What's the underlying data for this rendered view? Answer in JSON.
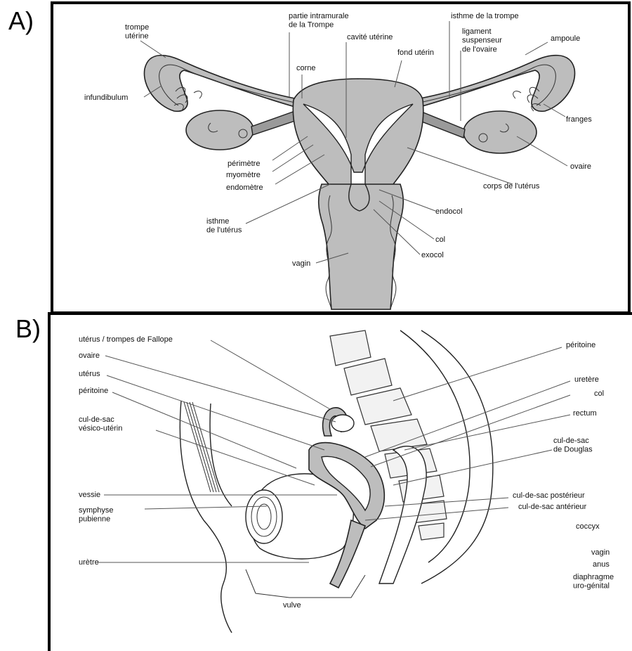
{
  "panels": {
    "a_letter": "A)",
    "b_letter": "B)"
  },
  "panel_a": {
    "labels": {
      "trompe_uterine": "trompe\nutérine",
      "partie_intramurale": "partie intramurale\nde la Trompe",
      "cavite_uterine": "cavité utérine",
      "corne": "corne",
      "fond_uterin": "fond utérin",
      "isthme_trompe": "isthme de la trompe",
      "ligament_suspenseur": "ligament\nsuspenseur\nde l'ovaire",
      "ampoule": "ampoule",
      "infundibulum": "infundibulum",
      "franges": "franges",
      "perimetre": "périmètre",
      "myometre": "myomètre",
      "endometre": "endomètre",
      "ovaire": "ovaire",
      "corps_uterus": "corps de l'utérus",
      "endocol": "endocol",
      "isthme_uterus": "isthme\nde l'utérus",
      "col": "col",
      "exocol": "exocol",
      "vagin": "vagin"
    }
  },
  "panel_b": {
    "labels": {
      "uterus_trompes": "utérus / trompes de Fallope",
      "ovaire": "ovaire",
      "uterus": "utérus",
      "peritoine_left": "péritoine",
      "cul_de_sac_vesico": "cul-de-sac\nvésico-utérin",
      "vessie": "vessie",
      "symphyse": "symphyse\npubienne",
      "uretre": "urètre",
      "vulve": "vulve",
      "peritoine_right": "péritoine",
      "uretere": "uretère",
      "col": "col",
      "rectum": "rectum",
      "cul_de_sac_douglas": "cul-de-sac\nde Douglas",
      "cul_de_sac_posterieur": "cul-de-sac postérieur",
      "cul_de_sac_anterieur": "cul-de-sac antérieur",
      "coccyx": "coccyx",
      "vagin": "vagin",
      "anus": "anus",
      "diaphragme": "diaphragme\nuro-génital"
    }
  }
}
